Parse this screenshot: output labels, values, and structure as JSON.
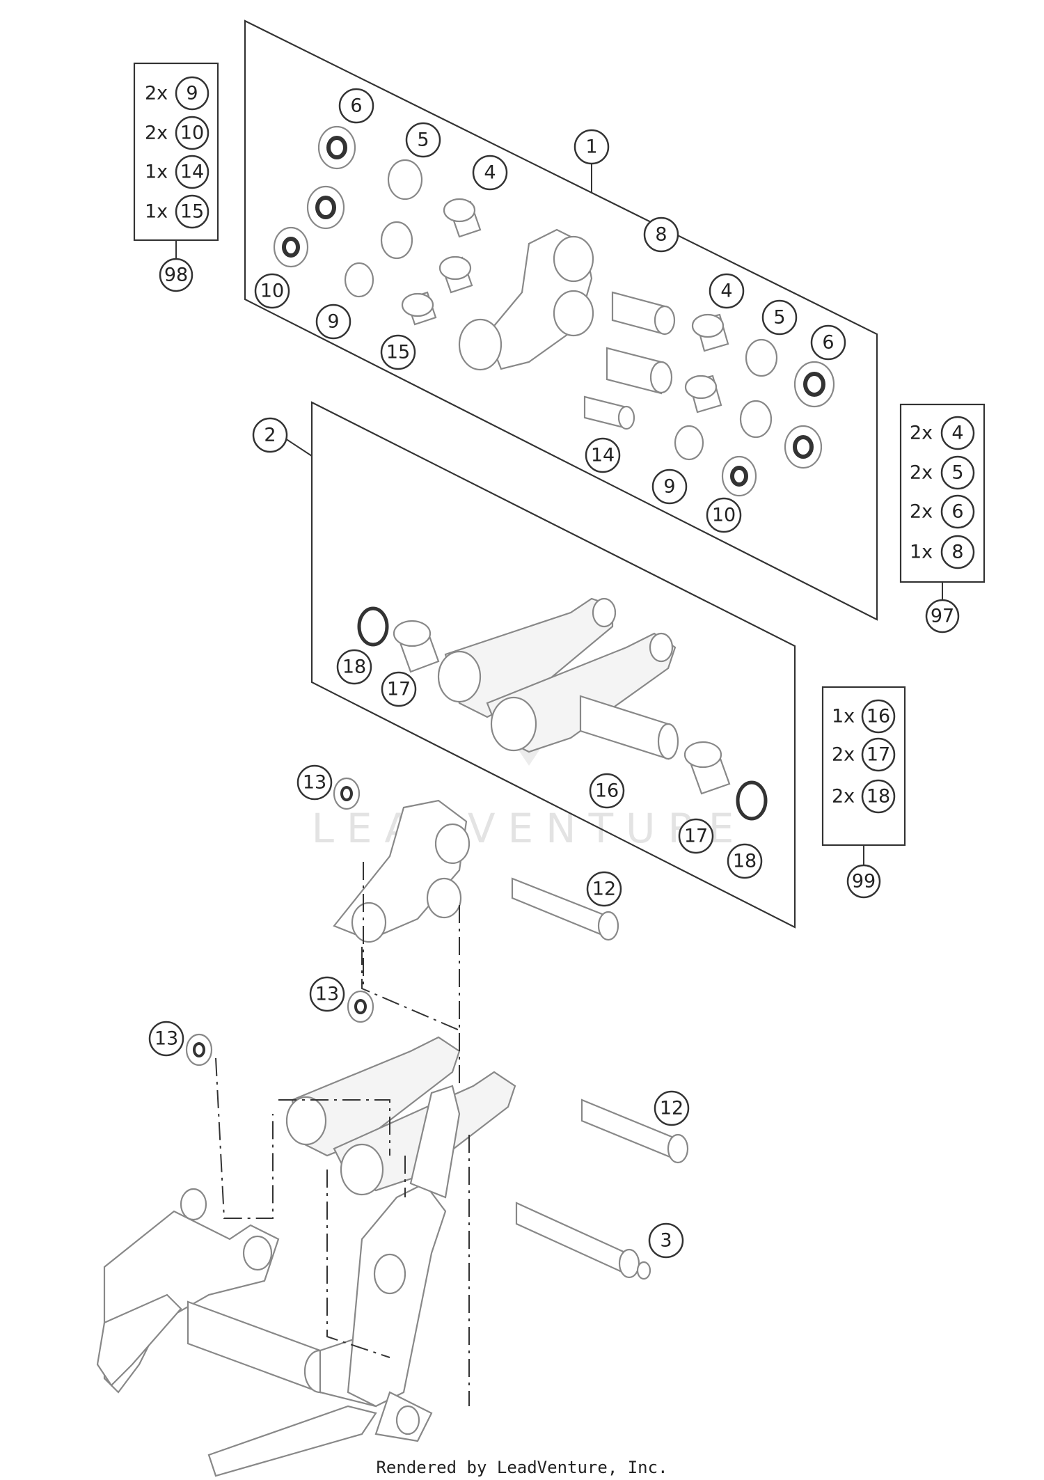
{
  "callouts": {
    "c1": "1",
    "c2": "2",
    "c3": "3",
    "c4a": "4",
    "c4b": "4",
    "c5a": "5",
    "c5b": "5",
    "c6a": "6",
    "c6b": "6",
    "c8": "8",
    "c9a": "9",
    "c9b": "9",
    "c10a": "10",
    "c10b": "10",
    "c12a": "12",
    "c12b": "12",
    "c13a": "13",
    "c13b": "13",
    "c13c": "13",
    "c14": "14",
    "c15": "15",
    "c16": "16",
    "c17a": "17",
    "c17b": "17",
    "c18a": "18",
    "c18b": "18"
  },
  "kits": {
    "k98": {
      "number": "98",
      "items": [
        {
          "qty": "2x",
          "part": "9"
        },
        {
          "qty": "2x",
          "part": "10"
        },
        {
          "qty": "1x",
          "part": "14"
        },
        {
          "qty": "1x",
          "part": "15"
        }
      ]
    },
    "k97": {
      "number": "97",
      "items": [
        {
          "qty": "2x",
          "part": "4"
        },
        {
          "qty": "2x",
          "part": "5"
        },
        {
          "qty": "2x",
          "part": "6"
        },
        {
          "qty": "1x",
          "part": "8"
        }
      ]
    },
    "k99": {
      "number": "99",
      "items": [
        {
          "qty": "1x",
          "part": "16"
        },
        {
          "qty": "2x",
          "part": "17"
        },
        {
          "qty": "2x",
          "part": "18"
        }
      ]
    }
  },
  "watermark": "LEADVENTURE",
  "credit": "Rendered by LeadVenture, Inc."
}
